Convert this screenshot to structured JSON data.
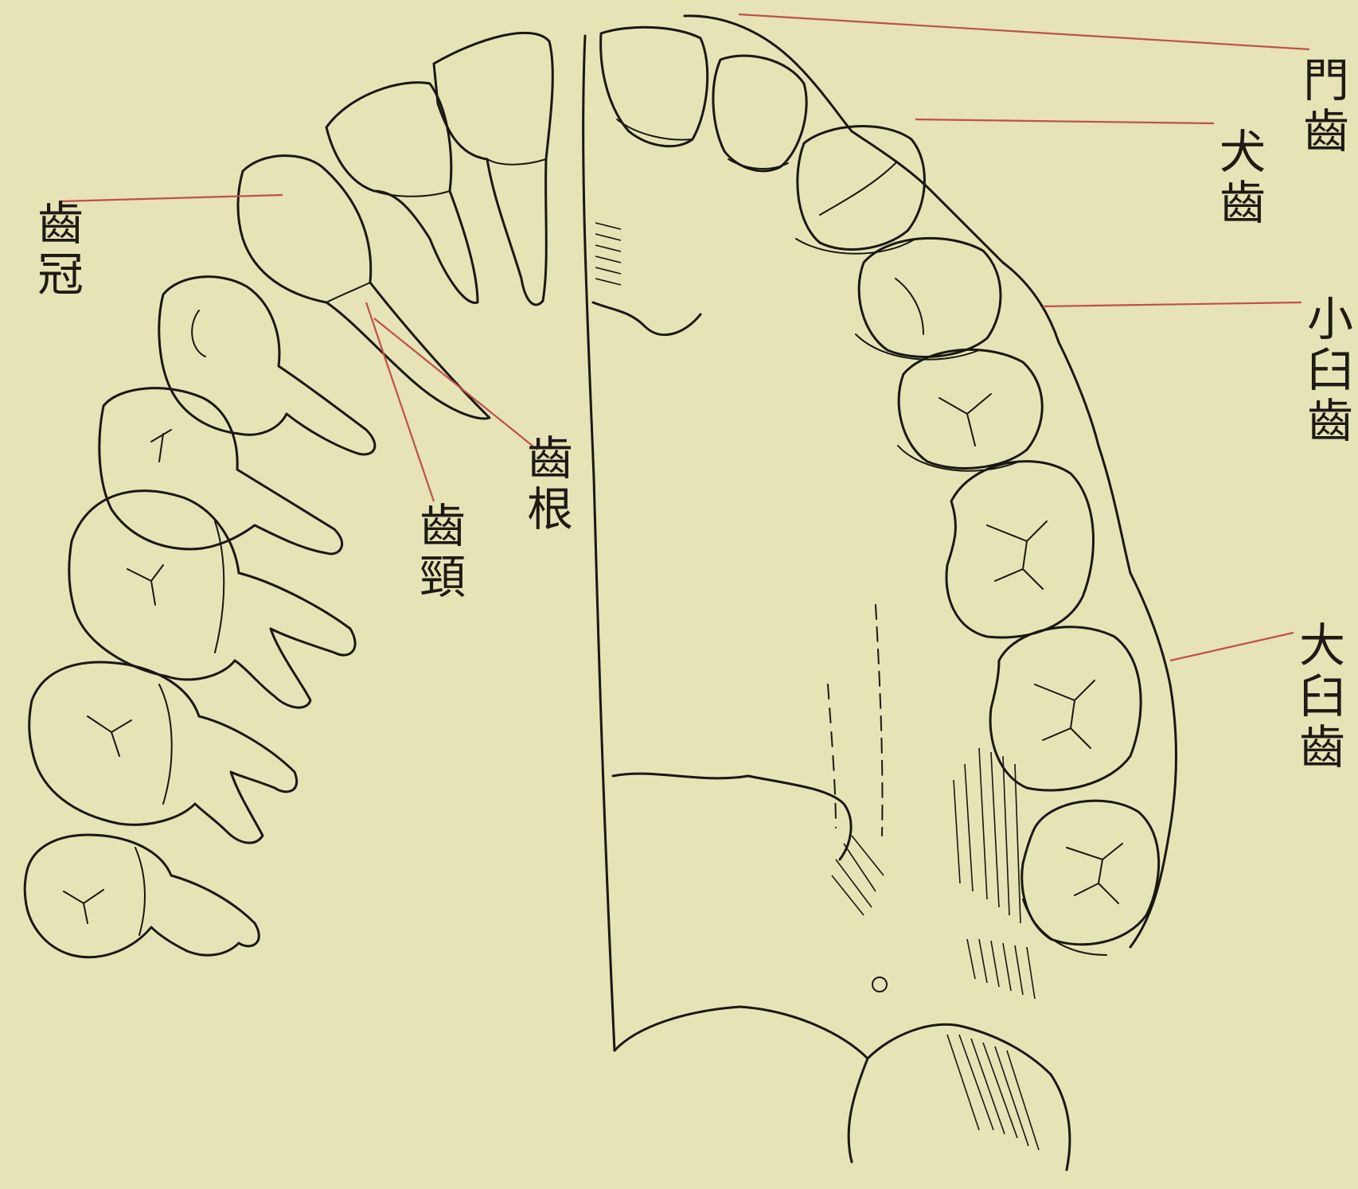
{
  "labels": {
    "incisors": "門齒",
    "canine": "犬齒",
    "premolars": "小臼齒",
    "molars": "大臼齒",
    "crown": "齒冠",
    "neck": "齒頸",
    "root": "齒根"
  },
  "colors": {
    "paper": "#e6e3b6",
    "ink": "#1a1712",
    "leader": "#c0504a"
  }
}
